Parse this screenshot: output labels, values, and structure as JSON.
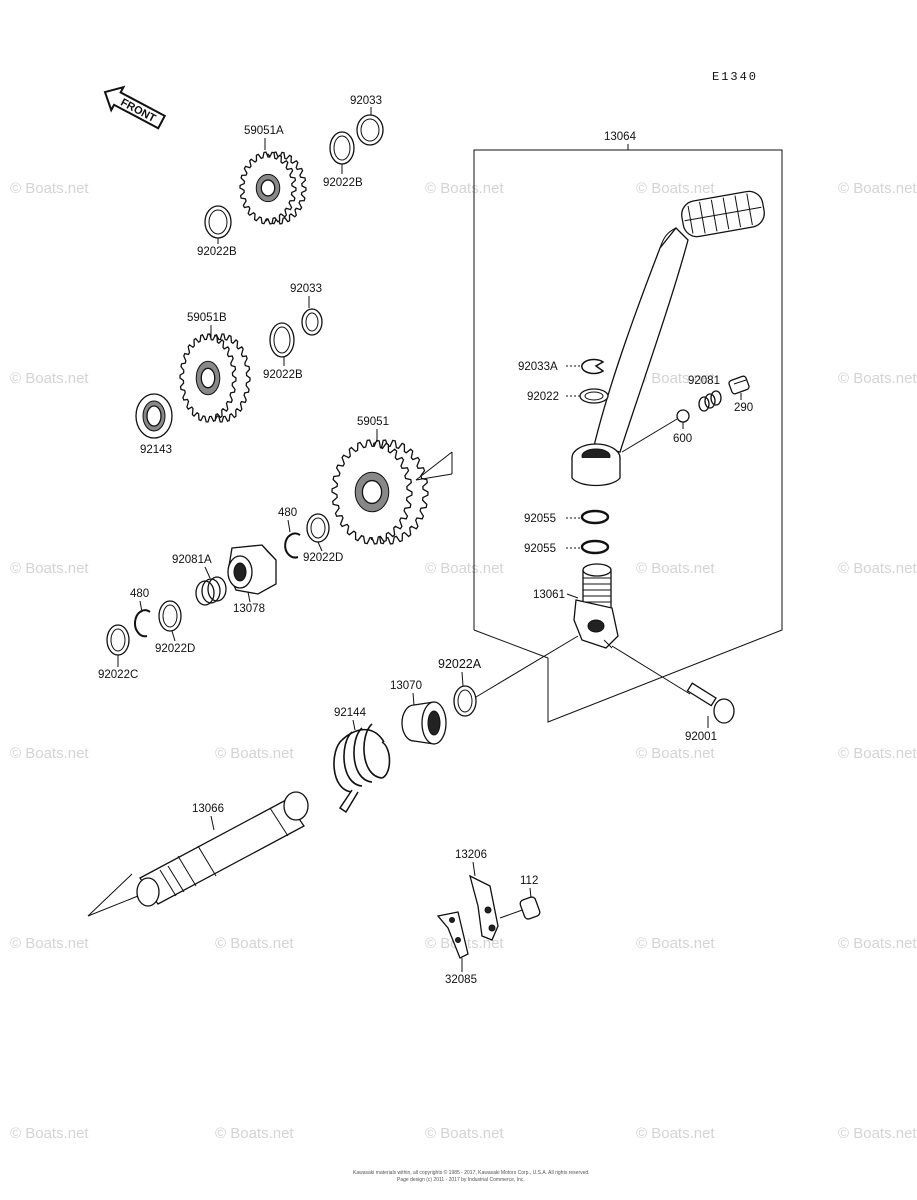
{
  "diagram_code": "E1340",
  "front_label": "FRONT",
  "watermark": "© Boats.net",
  "footer": {
    "line1": "Kawasaki materials within, all copyrights © 1985 - 2017, Kawasaki Motors Corp., U.S.A. All rights reserved.",
    "line2": "Page design (c) 2011 - 2017 by Industrial Commerce, Inc."
  },
  "callouts": {
    "c13064": "13064",
    "c92033_top": "92033",
    "c59051A": "59051A",
    "c92022B_1": "92022B",
    "c92022B_2": "92022B",
    "c92033_mid": "92033",
    "c59051B": "59051B",
    "c92022B_3": "92022B",
    "c92143": "92143",
    "c59051": "59051",
    "c480_1": "480",
    "c92022D_1": "92022D",
    "c92081A": "92081A",
    "c13078": "13078",
    "c480_2": "480",
    "c92022D_2": "92022D",
    "c92022C": "92022C",
    "c92033A": "92033A",
    "c92022": "92022",
    "c92081": "92081",
    "c290": "290",
    "c600": "600",
    "c92055_1": "92055",
    "c92055_2": "92055",
    "c13061": "13061",
    "c92022A": "92022A",
    "c13070": "13070",
    "c92144": "92144",
    "c92001": "92001",
    "c13066": "13066",
    "c13206": "13206",
    "c112": "112",
    "c32085": "32085"
  }
}
